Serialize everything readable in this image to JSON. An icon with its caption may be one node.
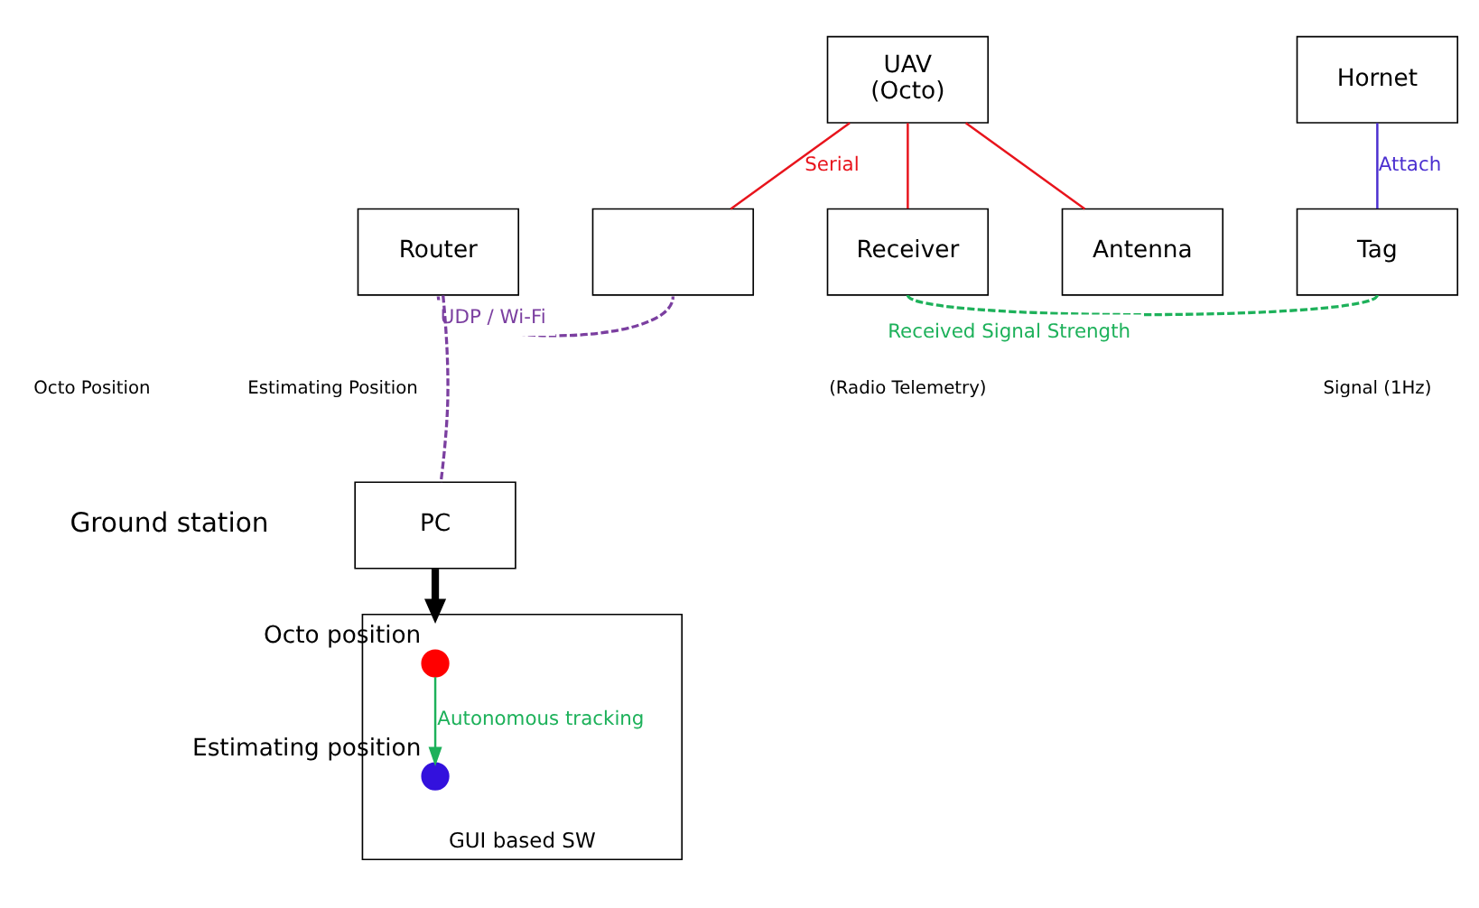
{
  "diagram": {
    "nodes": [
      {
        "text": [
          "UAV",
          "(Octo)"
        ]
      },
      {
        "text": [
          "Hornet"
        ]
      },
      {
        "text": [
          "Router"
        ]
      },
      {
        "text": [],
        "shape": "box"
      },
      {
        "text": [
          "Receiver"
        ]
      },
      {
        "text": [
          "Antenna"
        ]
      },
      {
        "text": [
          "Tag"
        ]
      },
      {
        "text": [
          "PC"
        ]
      },
      {
        "text": [
          "GUI based SW"
        ]
      },
      {
        "text": [],
        "shape": "circle",
        "in": 8,
        "beside": [
          "Octo position"
        ]
      },
      {
        "text": [],
        "shape": "circle",
        "in": 8,
        "beside": [
          "Estimating position"
        ]
      }
    ],
    "edges": [
      {
        "from": 0,
        "to": 3,
        "arrow": "none",
        "label": "Serial",
        "color": "#e8141c"
      },
      {
        "from": 0,
        "to": 4,
        "arrow": "none",
        "color": "#e8141c"
      },
      {
        "from": 0,
        "to": 5,
        "arrow": "none",
        "color": "#e8141c"
      },
      {
        "from": 1,
        "to": 6,
        "arrow": "none",
        "label": "Attach",
        "color": "#4b2fd0"
      },
      {
        "from": 2,
        "to": 3,
        "arrow": "none",
        "label": "UDP / Wi-Fi",
        "style": "dashed",
        "color": "#7b3fa0"
      },
      {
        "from": 4,
        "to": 6,
        "arrow": "none",
        "label": "Received Signal Strength",
        "style": "dashed",
        "color": "#1db15a"
      },
      {
        "from": 2,
        "to": 7,
        "arrow": "none",
        "style": "dashed",
        "color": "#7b3fa0"
      },
      {
        "from": 7,
        "to": 8,
        "arrow": "to",
        "style": "thick",
        "color": "#000000"
      },
      {
        "from": 9,
        "to": 10,
        "arrow": "to",
        "label": "Autonomous tracking",
        "color": "#1db15a"
      }
    ],
    "labels": [
      "Octo Position",
      "Estimating Position",
      "Signal (1Hz)",
      "(Radio Telemetry)",
      "Ground station"
    ]
  }
}
